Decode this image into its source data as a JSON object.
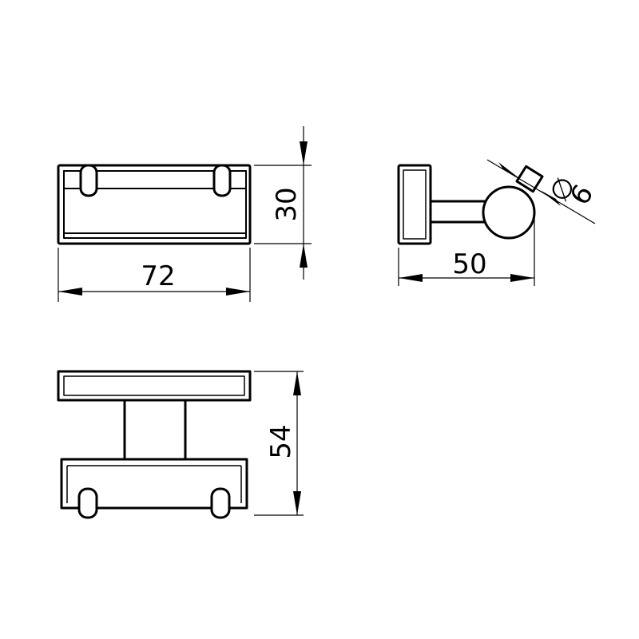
{
  "dimensions": {
    "width": "72",
    "height": "30",
    "projection": "50",
    "diameter": "6",
    "diameter_symbol": "∅",
    "total_height": "54"
  },
  "colors": {
    "line": "#000000",
    "background": "#ffffff"
  }
}
